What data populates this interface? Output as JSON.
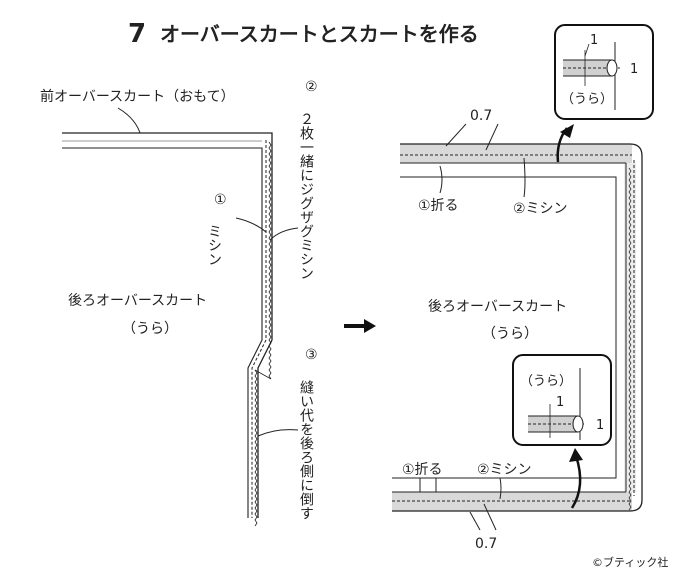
{
  "title": {
    "number": "7",
    "text": "オーバースカートとスカートを作る"
  },
  "left": {
    "front_label": "前オーバースカート（おもて）",
    "back_label_line1": "後ろオーバースカート",
    "back_label_line2": "（うら）",
    "stitch_marker": "①",
    "stitch_text": "ミシン",
    "zigzag_marker": "②",
    "zigzag_text": "２枚一緒にジグザグミシン",
    "press_marker": "③",
    "press_text": "縫い代を後ろ側に倒す"
  },
  "right": {
    "back_label_line1": "後ろオーバースカート",
    "back_label_line2": "（うら）",
    "top_measure": "0.7",
    "bottom_measure": "0.7",
    "top_fold": "①折る",
    "top_stitch": "②ミシン",
    "bottom_fold": "①折る",
    "bottom_stitch": "②ミシン",
    "inset_top": {
      "num_a": "1",
      "num_b": "1",
      "label": "（うら）"
    },
    "inset_bottom": {
      "label": "（うら）",
      "num_a": "1",
      "num_b": "1"
    }
  },
  "copyright": "©ブティック社"
}
